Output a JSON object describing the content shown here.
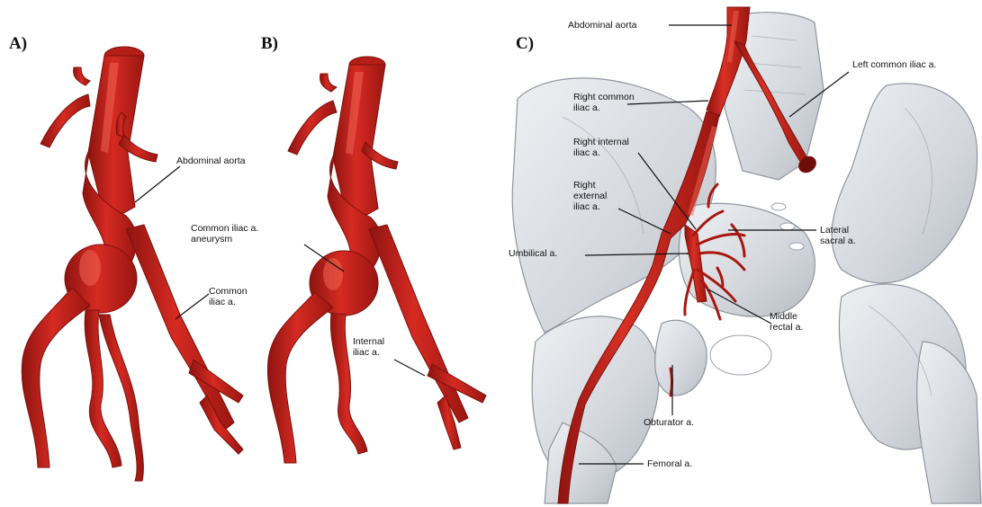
{
  "colors": {
    "artery": "#c8201b",
    "artery_dark": "#8e1410",
    "artery_light": "#e2473b",
    "bone": "#d9dde2",
    "bone_shadow": "#aab0b8",
    "label_line": "#111111"
  },
  "panels": {
    "a": {
      "letter": "A)",
      "labels": {
        "abdominal_aorta": "Abdominal aorta",
        "common_iliac_aneurysm": "Common iliac a.\naneurysm",
        "common_iliac": "Common iliac a."
      }
    },
    "b": {
      "letter": "B)",
      "labels": {
        "internal_iliac": "Internal\niliac a."
      }
    },
    "c": {
      "letter": "C)",
      "labels": {
        "abdominal_aorta": "Abdominal aorta",
        "left_common_iliac": "Left common iliac a.",
        "right_common_iliac": "Right common\niliac a.",
        "right_internal_iliac": "Right internal\niliac a.",
        "right_external_iliac": "Right\nexternal\niliac a.",
        "umbilical": "Umbilical a.",
        "lateral_sacral": "Lateral\nsacral a.",
        "middle_rectal": "Middle\nrectal a.",
        "obturator": "Obturator a.",
        "femoral": "Femoral a."
      }
    }
  }
}
